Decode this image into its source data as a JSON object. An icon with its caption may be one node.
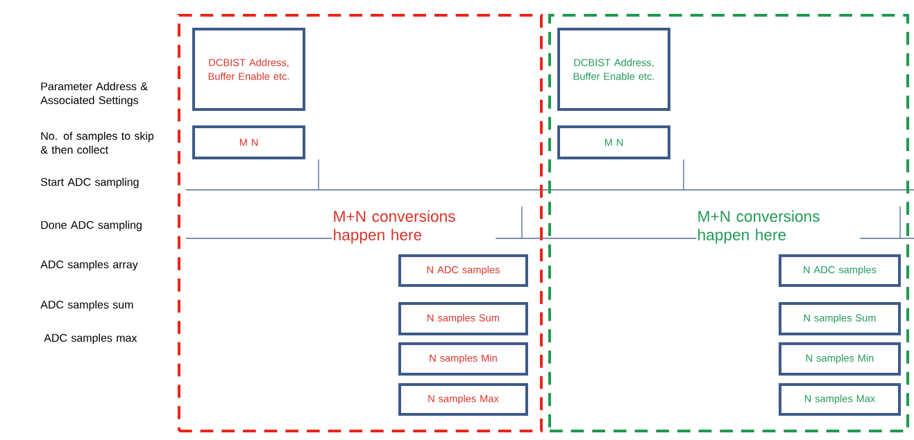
{
  "diagram": {
    "nodes": [
      {
        "text": [
          "M+N conversions happen here"
        ]
      },
      {
        "text": [
          "DCBIST Address, Buffer Enable etc."
        ],
        "in": 0
      },
      {
        "text": [
          "M N"
        ],
        "in": 0
      },
      {
        "text": [
          "N ADC samples"
        ],
        "in": 0
      },
      {
        "text": [
          "N samples Sum"
        ],
        "in": 0
      },
      {
        "text": [
          "N samples Min"
        ],
        "in": 0
      },
      {
        "text": [
          "N samples Max"
        ],
        "in": 0
      },
      {
        "text": [
          "M+N conversions happen here"
        ]
      },
      {
        "text": [
          "DCBIST Address, Buffer Enable etc."
        ],
        "in": 7
      },
      {
        "text": [
          "M N"
        ],
        "in": 7
      },
      {
        "text": [
          "N ADC samples"
        ],
        "in": 7
      },
      {
        "text": [
          "N samples Sum"
        ],
        "in": 7
      },
      {
        "text": [
          "N samples Min"
        ],
        "in": 7
      },
      {
        "text": [
          "N samples Max"
        ],
        "in": 7
      }
    ],
    "labels": [
      "Parameter Address & Associated Settings",
      "No. of samples to skip & then collect",
      "Start ADC sampling",
      "Done ADC sampling",
      "ADC samples array",
      "ADC samples sum",
      "ADC samples max"
    ]
  }
}
